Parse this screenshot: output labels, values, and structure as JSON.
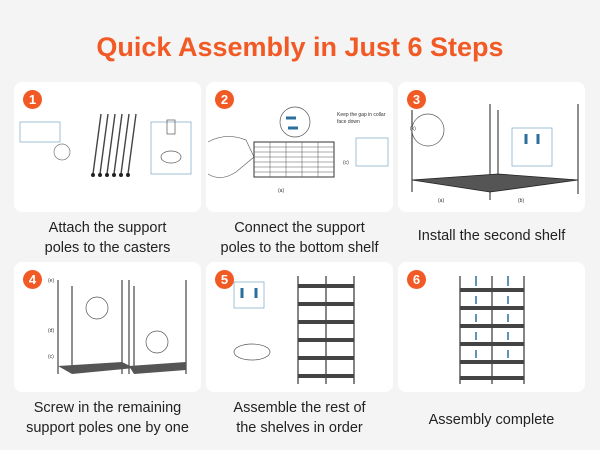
{
  "title": "Quick Assembly in Just 6 Steps",
  "accent_color": "#f15a24",
  "steps": [
    {
      "number": "1",
      "caption_line1": "Attach the support",
      "caption_line2": "poles to the casters"
    },
    {
      "number": "2",
      "caption_line1": "Connect the support",
      "caption_line2": "poles to the bottom shelf",
      "note_line1": "Keep the gap in collar",
      "note_line2": "face down",
      "label_a": "(a)",
      "label_c": "(c)"
    },
    {
      "number": "3",
      "caption_line1": "Install the second shelf",
      "caption_line2": "",
      "label_a": "(a)",
      "label_b": "(b)",
      "label_k": "(k)"
    },
    {
      "number": "4",
      "caption_line1": "Screw in the remaining",
      "caption_line2": "support poles one by one",
      "label_c": "(c)",
      "label_d": "(d)",
      "label_e": "(e)"
    },
    {
      "number": "5",
      "caption_line1": "Assemble the rest of",
      "caption_line2": "the shelves in order"
    },
    {
      "number": "6",
      "caption_line1": "Assembly complete",
      "caption_line2": ""
    }
  ]
}
